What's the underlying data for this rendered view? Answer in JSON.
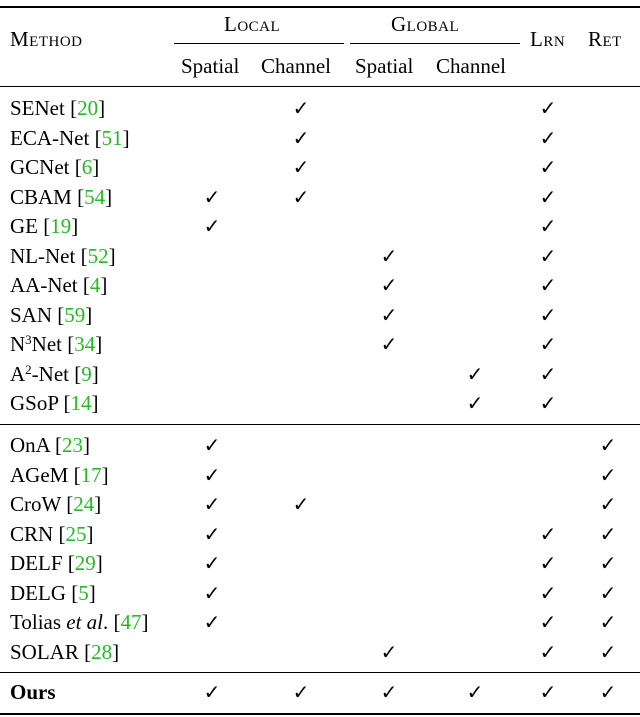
{
  "header": {
    "method": "Method",
    "local": "Local",
    "global": "Global",
    "lrn": "Lrn",
    "ret": "Ret",
    "sub": [
      "Spatial",
      "Channel",
      "Spatial",
      "Channel"
    ]
  },
  "check_glyph": "✓",
  "group1": [
    {
      "name": "SENet",
      "cite": "20",
      "checks": [
        false,
        true,
        false,
        false,
        true,
        false
      ]
    },
    {
      "name": "ECA-Net",
      "cite": "51",
      "checks": [
        false,
        true,
        false,
        false,
        true,
        false
      ]
    },
    {
      "name": "GCNet",
      "cite": "6",
      "checks": [
        false,
        true,
        false,
        false,
        true,
        false
      ]
    },
    {
      "name": "CBAM",
      "cite": "54",
      "checks": [
        true,
        true,
        false,
        false,
        true,
        false
      ]
    },
    {
      "name": "GE",
      "cite": "19",
      "checks": [
        true,
        false,
        false,
        false,
        true,
        false
      ]
    },
    {
      "name": "NL-Net",
      "cite": "52",
      "checks": [
        false,
        false,
        true,
        false,
        true,
        false
      ]
    },
    {
      "name": "AA-Net",
      "cite": "4",
      "checks": [
        false,
        false,
        true,
        false,
        true,
        false
      ]
    },
    {
      "name": "SAN",
      "cite": "59",
      "checks": [
        false,
        false,
        true,
        false,
        true,
        false
      ]
    },
    {
      "name_pre": "N",
      "name_sup": "3",
      "name": "Net",
      "cite": "34",
      "checks": [
        false,
        false,
        true,
        false,
        true,
        false
      ]
    },
    {
      "name_pre": "A",
      "name_sup": "2",
      "name": "-Net",
      "cite": "9",
      "checks": [
        false,
        false,
        false,
        true,
        true,
        false
      ]
    },
    {
      "name": "GSoP",
      "cite": "14",
      "checks": [
        false,
        false,
        false,
        true,
        true,
        false
      ]
    }
  ],
  "group2": [
    {
      "name": "OnA",
      "cite": "23",
      "checks": [
        true,
        false,
        false,
        false,
        false,
        true
      ]
    },
    {
      "name": "AGeM",
      "cite": "17",
      "checks": [
        true,
        false,
        false,
        false,
        false,
        true
      ]
    },
    {
      "name": "CroW",
      "cite": "24",
      "checks": [
        true,
        true,
        false,
        false,
        false,
        true
      ]
    },
    {
      "name": "CRN",
      "cite": "25",
      "checks": [
        true,
        false,
        false,
        false,
        true,
        true
      ]
    },
    {
      "name": "DELF",
      "cite": "29",
      "checks": [
        true,
        false,
        false,
        false,
        true,
        true
      ]
    },
    {
      "name": "DELG",
      "cite": "5",
      "checks": [
        true,
        false,
        false,
        false,
        true,
        true
      ]
    },
    {
      "name": "Tolias",
      "name_it": "et al",
      "name_post": ".",
      "cite": "47",
      "checks": [
        true,
        false,
        false,
        false,
        true,
        true
      ]
    },
    {
      "name": "SOLAR",
      "cite": "28",
      "checks": [
        false,
        false,
        true,
        false,
        true,
        true
      ]
    }
  ],
  "ours": {
    "name": "Ours",
    "checks": [
      true,
      true,
      true,
      true,
      true,
      true
    ]
  }
}
